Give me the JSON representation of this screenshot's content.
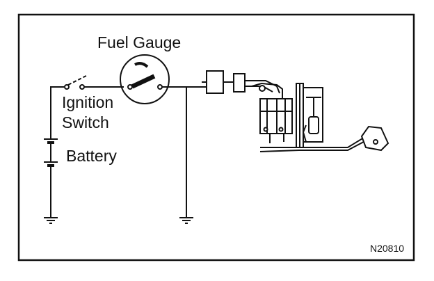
{
  "diagram": {
    "labels": {
      "fuel_gauge": "Fuel Gauge",
      "ignition_line1": "Ignition",
      "ignition_line2": "Switch",
      "battery": "Battery",
      "figure_code": "N20810"
    },
    "colors": {
      "ink": "#111111",
      "background": "#ffffff"
    }
  }
}
